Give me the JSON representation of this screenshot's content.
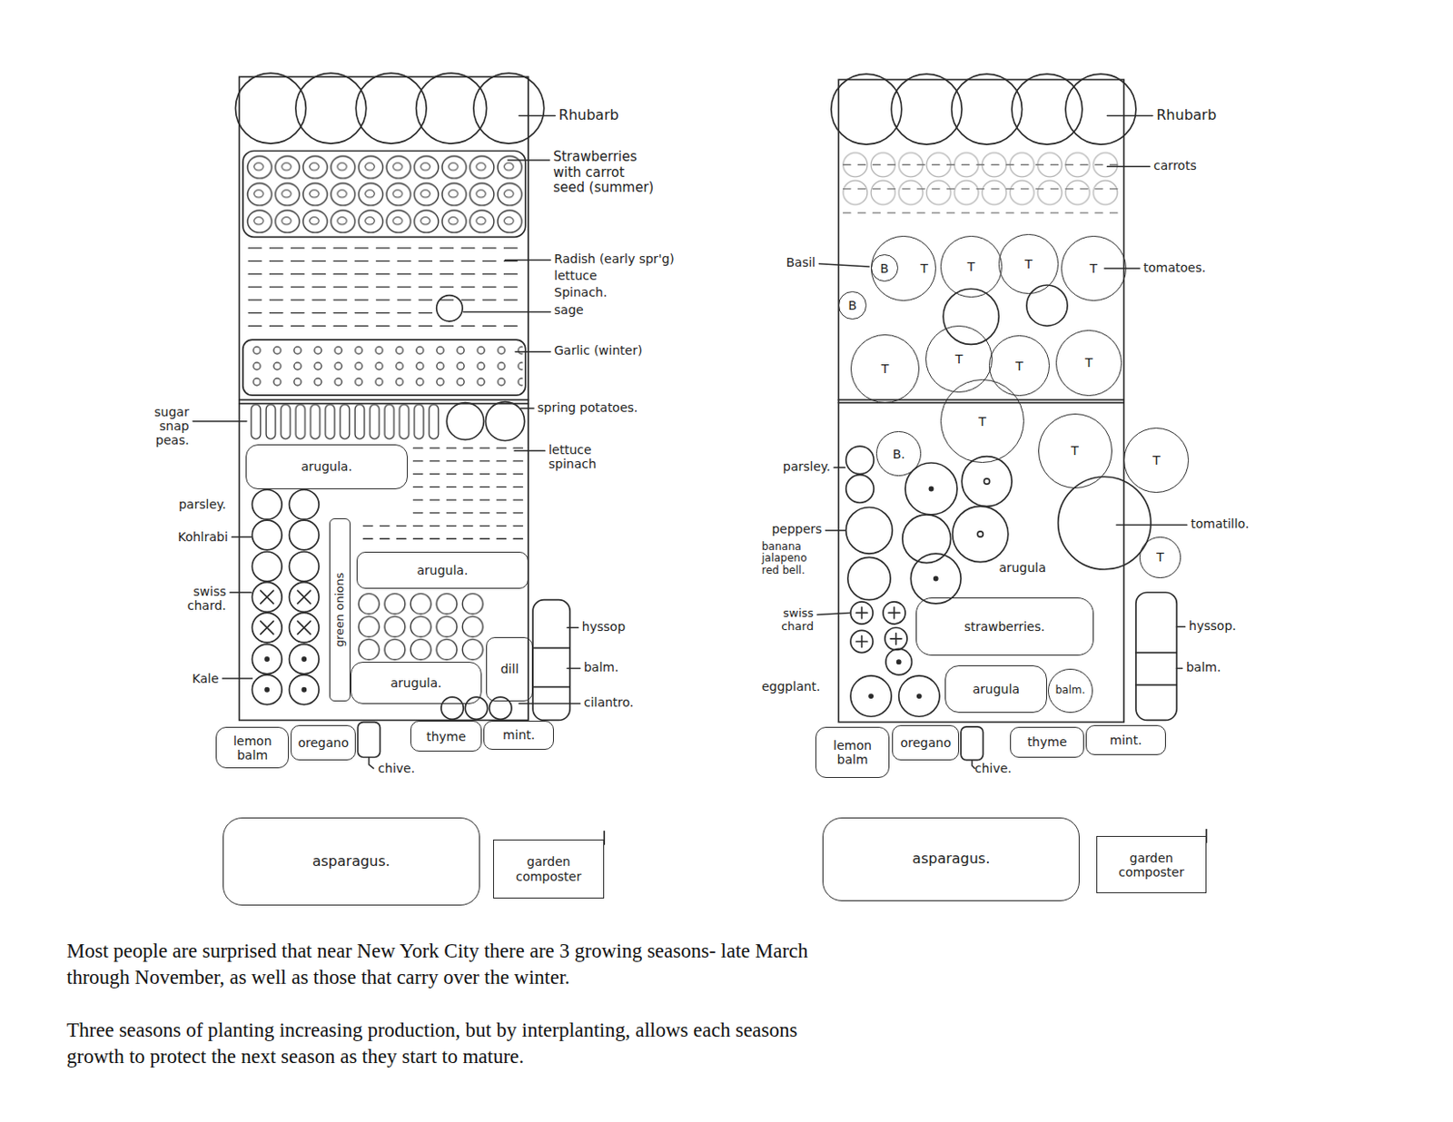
{
  "diagram": {
    "caption": "Most people are surprised that near New York City there are 3 growing seasons- late March through November, as well as those that carry over the winter.",
    "nodes": [
      {
        "text": [
          "arugula."
        ]
      },
      {
        "text": [
          "green onions"
        ]
      },
      {
        "text": [
          "arugula."
        ]
      },
      {
        "text": [
          "arugula."
        ]
      },
      {
        "text": [
          "dill"
        ]
      },
      {
        "text": [
          "lemon balm"
        ]
      },
      {
        "text": [
          "oregano"
        ]
      },
      {
        "text": [
          "thyme"
        ]
      },
      {
        "text": [
          "mint."
        ]
      },
      {
        "text": [
          "asparagus."
        ]
      },
      {
        "text": [
          "garden composter"
        ]
      },
      {
        "text": [
          "T"
        ]
      },
      {
        "text": [
          "B"
        ],
        "in": 11
      },
      {
        "text": [
          "T"
        ]
      },
      {
        "text": [
          "T"
        ]
      },
      {
        "text": [
          "T"
        ]
      },
      {
        "text": [
          "B"
        ]
      },
      {
        "text": [
          "T"
        ]
      },
      {
        "text": [
          "T"
        ]
      },
      {
        "text": [
          "T"
        ]
      },
      {
        "text": [
          "T"
        ]
      },
      {
        "text": [
          "T"
        ]
      },
      {
        "text": [
          "B."
        ]
      },
      {
        "text": [
          "T"
        ]
      },
      {
        "text": [
          "T"
        ]
      },
      {
        "text": [
          "T"
        ]
      },
      {
        "text": [
          "strawberries."
        ]
      },
      {
        "text": [
          "arugula"
        ]
      },
      {
        "text": [
          "balm."
        ]
      },
      {
        "text": [
          "lemon balm"
        ]
      },
      {
        "text": [
          "oregano"
        ]
      },
      {
        "text": [
          "thyme"
        ]
      },
      {
        "text": [
          "mint."
        ]
      },
      {
        "text": [
          "asparagus."
        ]
      },
      {
        "text": [
          "garden composter"
        ]
      }
    ],
    "labels": [
      "Rhubarb",
      "Strawberries with carrot seed (summer)",
      "Radish (early spr'g)",
      "lettuce",
      "Spinach.",
      "sage",
      "Garlic (winter)",
      "spring potatoes.",
      "sugar snap peas.",
      "lettuce spinach",
      "parsley.",
      "Kohlrabi",
      "swiss chard.",
      "Kale",
      "hyssop",
      "balm.",
      "cilantro.",
      "chive.",
      "Rhubarb",
      "carrots",
      "Basil",
      "tomatoes.",
      "parsley.",
      "peppers",
      "banana jalapeno red bell.",
      "tomatillo.",
      "arugula",
      "swiss chard",
      "hyssop.",
      "balm.",
      "eggplant.",
      "chive.",
      "Three seasons of planting increasing production, but by interplanting, allows each seasons growth to protect the next season as they start to mature."
    ]
  }
}
